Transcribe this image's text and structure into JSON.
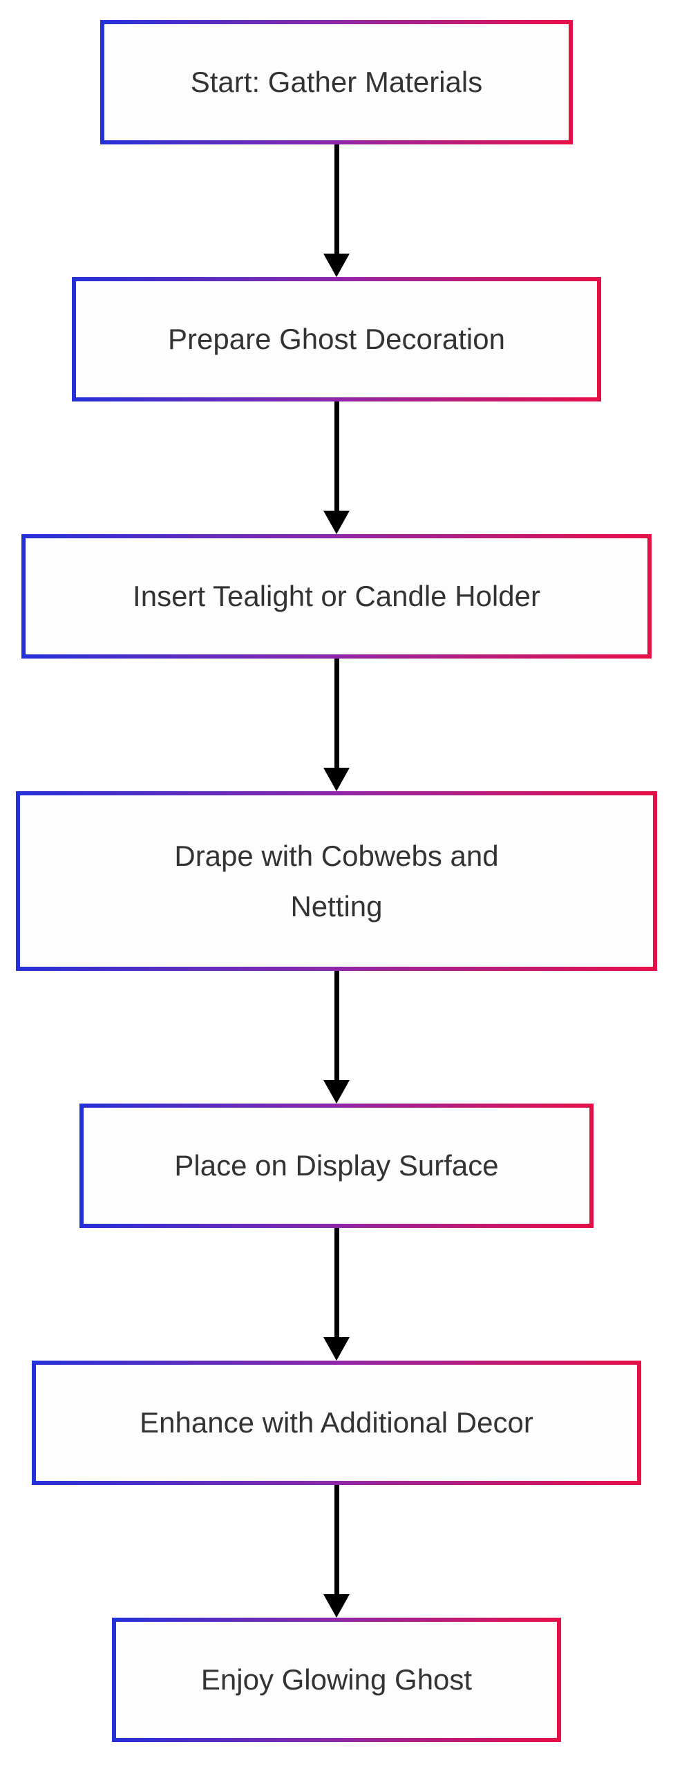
{
  "diagram": {
    "type": "flowchart",
    "direction": "top-down",
    "nodes": [
      {
        "id": "start",
        "label": "Start: Gather Materials"
      },
      {
        "id": "prepare",
        "label": "Prepare Ghost Decoration"
      },
      {
        "id": "insert",
        "label": "Insert Tealight or Candle Holder"
      },
      {
        "id": "drape",
        "label": "Drape with Cobwebs and\nNetting"
      },
      {
        "id": "place",
        "label": "Place on Display Surface"
      },
      {
        "id": "enhance",
        "label": "Enhance with Additional Decor"
      },
      {
        "id": "enjoy",
        "label": "Enjoy Glowing Ghost"
      }
    ],
    "edges": [
      {
        "from": "start",
        "to": "prepare"
      },
      {
        "from": "prepare",
        "to": "insert"
      },
      {
        "from": "insert",
        "to": "drape"
      },
      {
        "from": "drape",
        "to": "place"
      },
      {
        "from": "place",
        "to": "enhance"
      },
      {
        "from": "enhance",
        "to": "enjoy"
      }
    ],
    "colors": {
      "border_gradient_start": "#2531d8",
      "border_gradient_mid": "#8f27a8",
      "border_gradient_end": "#e60f48",
      "node_fill": "#fdfdfd",
      "text": "#333333",
      "arrow": "#000000",
      "background": "#ffffff"
    }
  }
}
